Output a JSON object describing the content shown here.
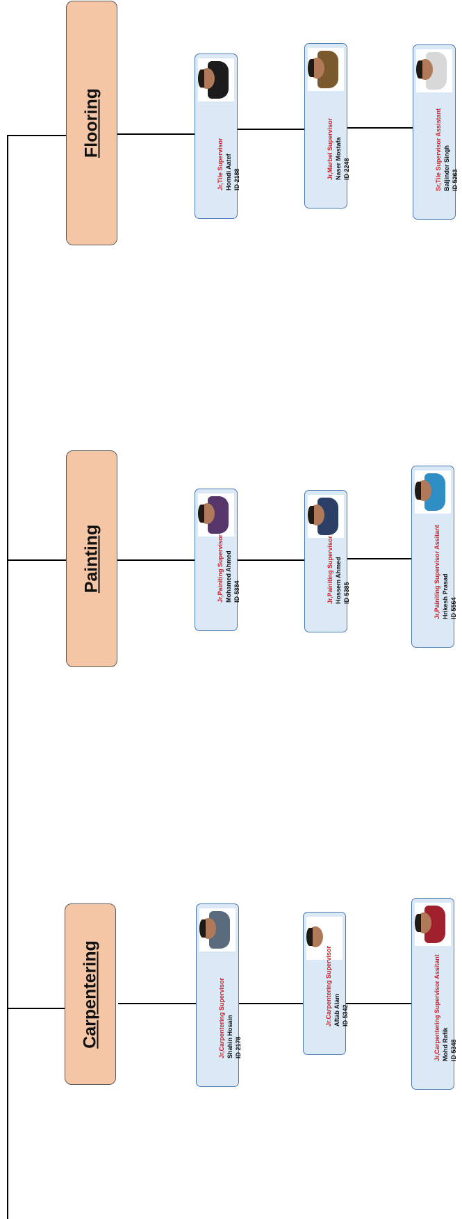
{
  "departments": [
    {
      "name": "Carpentering",
      "staff": [
        {
          "role": "Jr,Carpentering Supervisor",
          "name": "Shahin Hosain",
          "id": "ID 2178",
          "shirt": "#5a6b7d"
        },
        {
          "role": "Jr.Carpentering Supervisor",
          "name": "Aftab Alam",
          "id": "ID 5342",
          "shirt": "#ffffff"
        },
        {
          "role": "Jr,Carpentering Supervisor Assitant",
          "name": "Mohd Rafik",
          "id": "ID 5348",
          "shirt": "#a0202e"
        }
      ]
    },
    {
      "name": "Painting",
      "staff": [
        {
          "role": "Jr,Painiting Supervisor",
          "name": "Mohamed Ahmed",
          "id": "ID 5384",
          "shirt": "#55356a"
        },
        {
          "role": "Jr,Painiting Supervisor",
          "name": "Hossem Ahmed",
          "id": "ID 5385",
          "shirt": "#2c3f66"
        },
        {
          "role": "Jr,Painiting Supervisor Assitant",
          "name": "Hrikesh Prasad",
          "id": "ID 5564",
          "shirt": "#2f8fc4"
        }
      ]
    },
    {
      "name": "Flooring",
      "staff": [
        {
          "role": "Jr,Tile Supervisor",
          "name": "Homdi Aatef",
          "id": "ID 2188",
          "shirt": "#1c1c1c"
        },
        {
          "role": "Jr,Marbel Supervisor",
          "name": "Naser Mostafa",
          "id": "ID 2248",
          "shirt": "#7a5a2c"
        },
        {
          "role": "Sr,Tile Supervisor Assistant",
          "name": "Baljinder Singh",
          "id": "ID 5263",
          "shirt": "#d8d8d8"
        }
      ]
    }
  ]
}
